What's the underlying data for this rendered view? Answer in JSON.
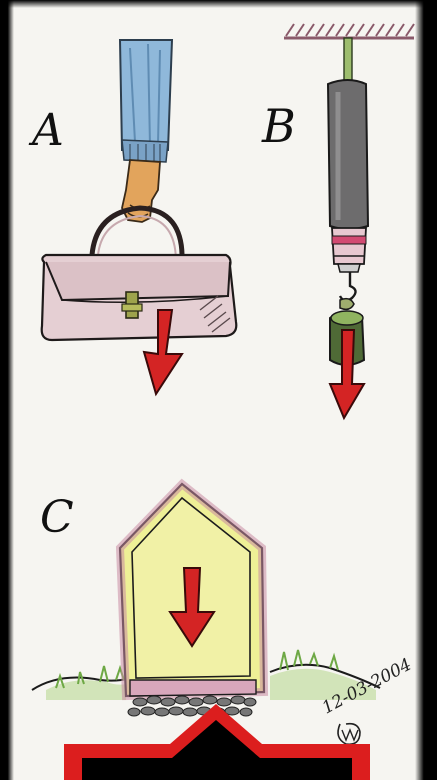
{
  "panels": {
    "a": {
      "label": "A"
    },
    "b": {
      "label": "B"
    },
    "c": {
      "label": "C"
    }
  },
  "signature": {
    "date": "12-03-2004"
  },
  "colors": {
    "paper": "#f6f5f1",
    "arrow": "#d42424",
    "sleeve": "#8fb8da",
    "bag": "#e5cfd3",
    "scale": "#6d6c6d",
    "weight": "#4f6a36",
    "house": "#c98aa2",
    "house_fill": "#eef096",
    "grass": "#6ea845",
    "stones": "#777777",
    "red_tab": "#dc1e1e"
  }
}
